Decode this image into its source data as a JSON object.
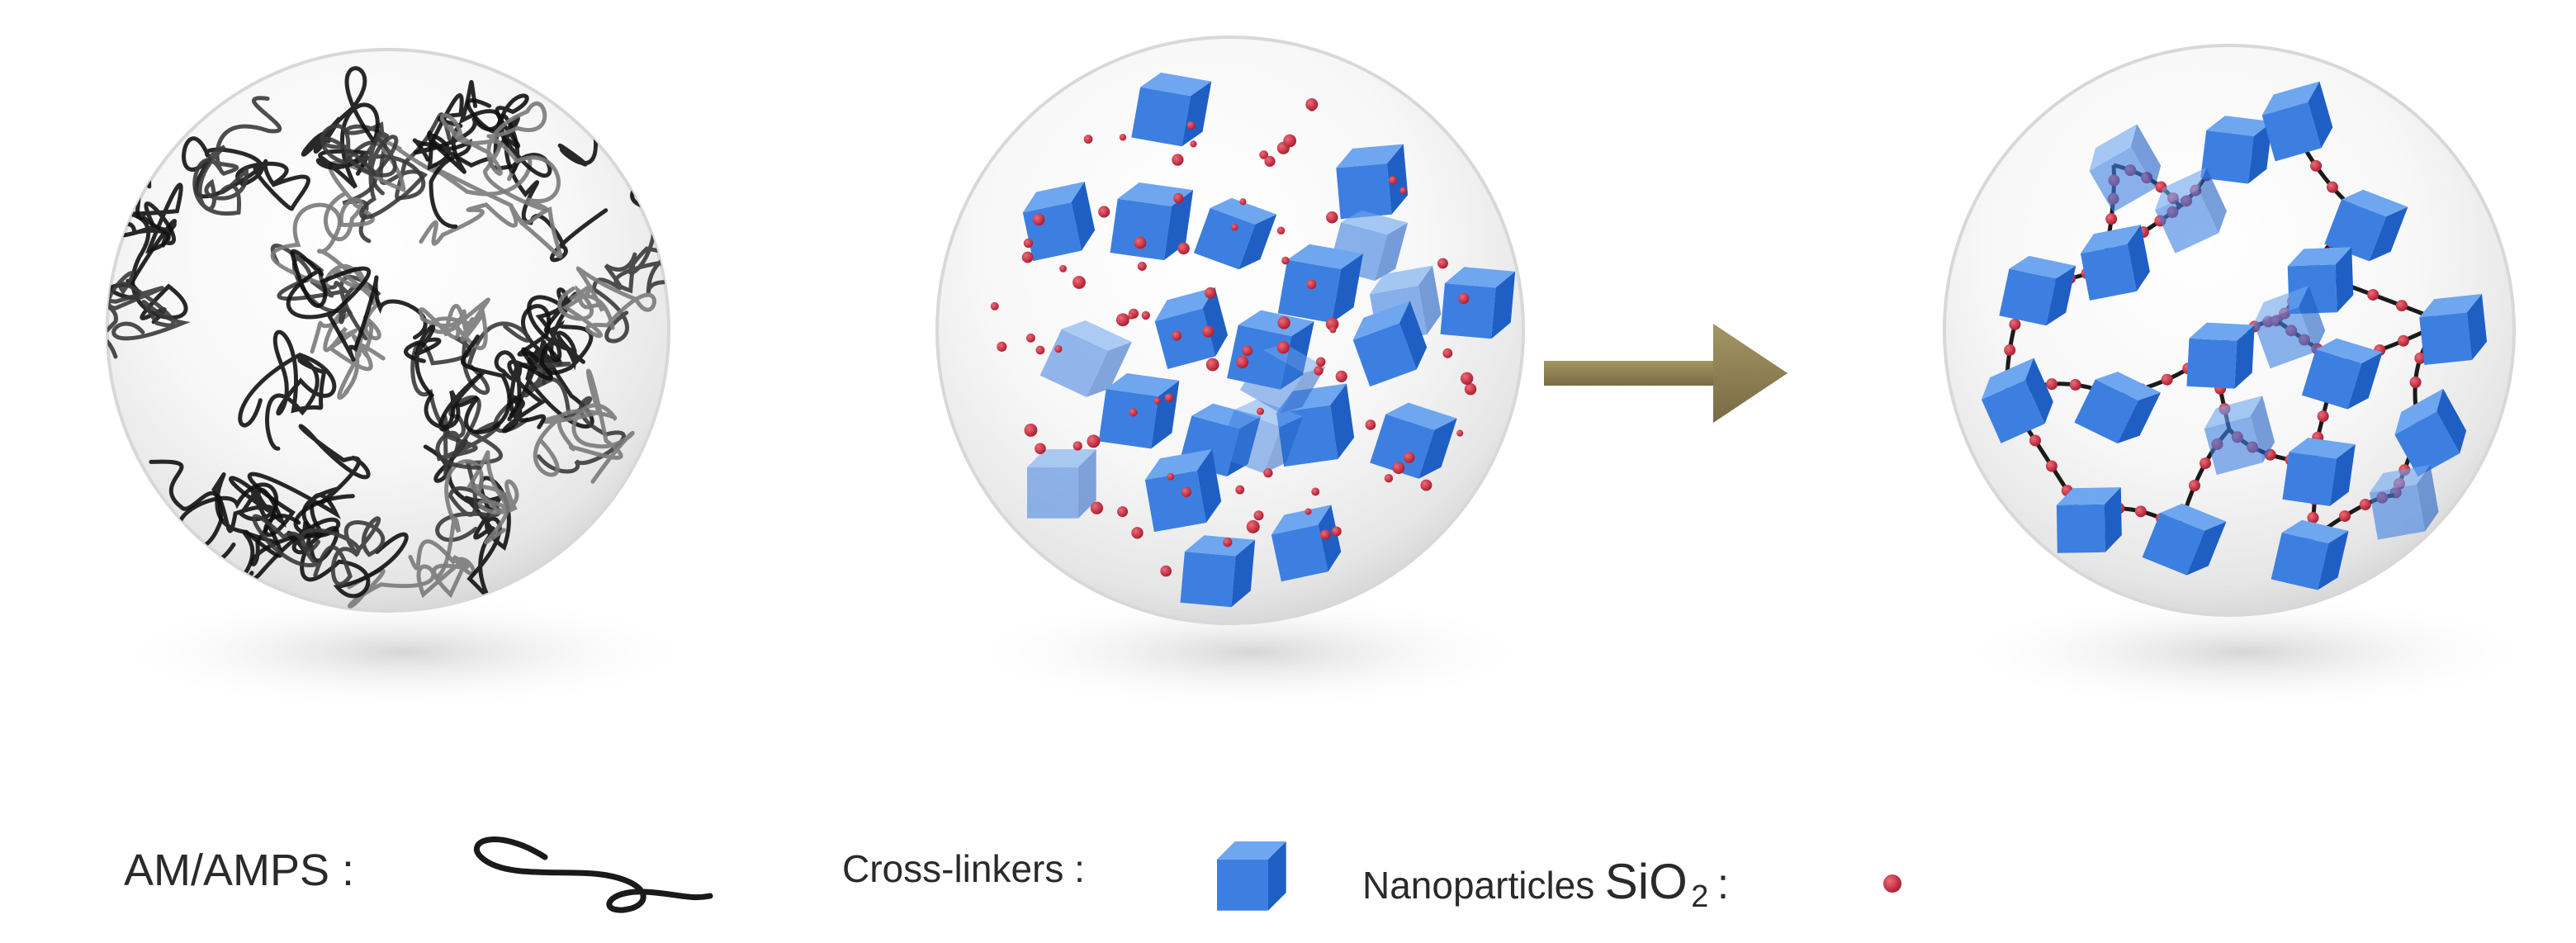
{
  "legend": {
    "monomer_label": "AM/AMPS :",
    "crosslinker_label": "Cross-linkers :",
    "nanoparticle_label_prefix": "Nanoparticles",
    "nanoparticle_label_formula": "SiO",
    "nanoparticle_label_subscript": "2",
    "nanoparticle_label_suffix": ":"
  },
  "colors": {
    "cube_face_light": "#6ea6f0",
    "cube_face_mid": "#3d7fe0",
    "cube_face_dark": "#1f5fc4",
    "nanoparticle": "#c0253a",
    "arrow": "#8a7d52",
    "polymer_chain": "#111111"
  },
  "panels": [
    {
      "name": "monomer-mixture",
      "content": "polymer-chains"
    },
    {
      "name": "crosslinker-nanoparticle-mixture",
      "content": "cubes-and-dots"
    },
    {
      "name": "crosslinked-network",
      "content": "network"
    }
  ],
  "arrow": {
    "direction": "right"
  }
}
